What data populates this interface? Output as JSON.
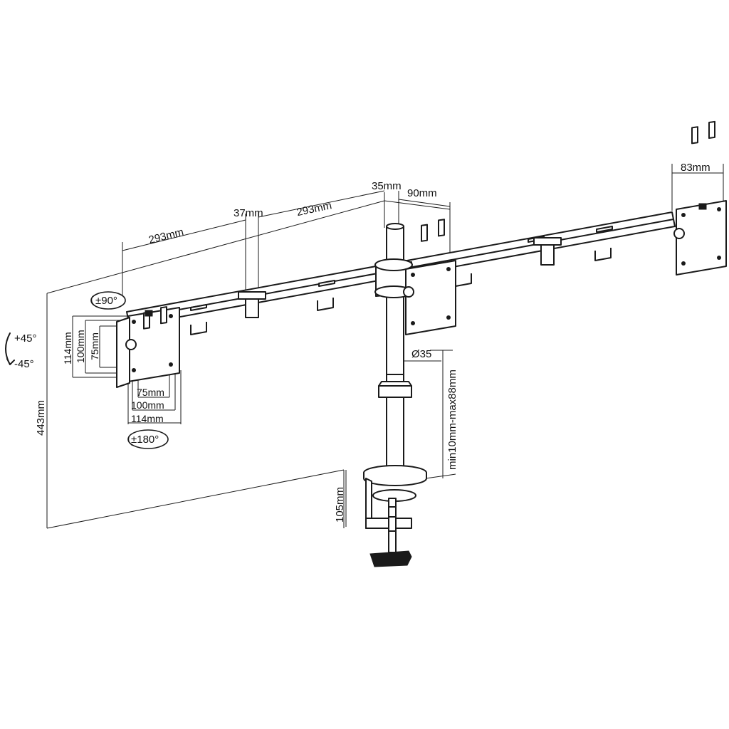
{
  "dimensions": {
    "arm_left": "293mm",
    "arm_right": "293mm",
    "joint_width": "37mm",
    "pole_offset": "35mm",
    "center_offset": "90mm",
    "plate_right": "83mm",
    "pole_diameter": "Ø35",
    "desk_thickness": "min10mm-max88mm",
    "clamp_depth": "105mm",
    "total_height": "443mm",
    "vesa_h_114": "114mm",
    "vesa_h_100": "100mm",
    "vesa_h_75": "75mm",
    "vesa_w_75": "75mm",
    "vesa_w_100": "100mm",
    "vesa_w_114": "114mm"
  },
  "rotation": {
    "swivel": "±90°",
    "rotate": "±180°",
    "tilt_up": "+45°",
    "tilt_down": "-45°"
  },
  "colors": {
    "line": "#1a1a1a",
    "background": "#ffffff"
  },
  "icons": [
    "swivel-arrow-icon",
    "tilt-arrow-icon"
  ]
}
